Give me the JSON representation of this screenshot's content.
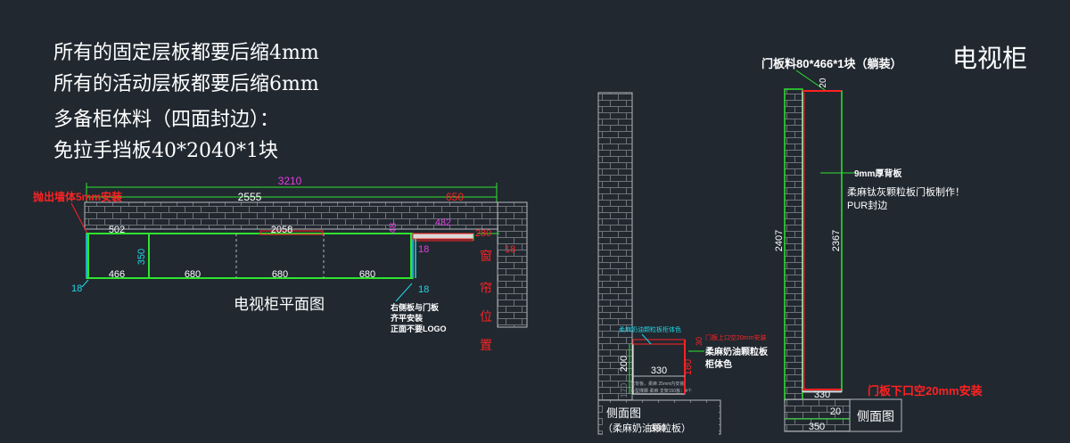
{
  "notes": {
    "line1": "所有的固定层板都要后缩4mm",
    "line2": "所有的活动层板都要后缩6mm",
    "line3": "多备柜体料（四面封边）：",
    "line4": "免拉手挡板40*2040*1块"
  },
  "plan": {
    "title": "电视柜平面图",
    "wall_out_note": "抛出墙体5mm安装",
    "dims": {
      "total": "3210",
      "main": "2555",
      "right_seg": "650",
      "left_top": "502",
      "middle_top": "2058",
      "right_small": "432",
      "r_280": "280",
      "h_48": "48",
      "h_350": "350",
      "b_466": "466",
      "b_680a": "680",
      "b_680b": "680",
      "b_680c": "680",
      "t18_left": "18",
      "t18_mid": "18",
      "t18_right": "18",
      "t18_bottom": "18"
    },
    "right_panel_note": [
      "右侧板与门板",
      "齐平安装",
      "正面不要LOGO"
    ],
    "curtain_chars": [
      "窗",
      "帘",
      "位",
      "置"
    ]
  },
  "side_left": {
    "label": "侧面图",
    "sublabel": "（柔麻奶油颗粒板）",
    "top_note": "柔麻奶油颗粒板柜体色",
    "door_gap_note": "门板上口空20mm安装",
    "board_note1": "柔麻奶油颗粒板",
    "board_note2": "柜体色",
    "small_note1": "无背板，柔麻 25mm内安装",
    "small_note2": "条型撑脚 柔麻 支架150板：4个",
    "dims": {
      "w330": "330",
      "h200": "200",
      "h180": "180",
      "h170": "170",
      "h30": "30",
      "w380": "380"
    }
  },
  "side_right": {
    "title": "电视柜",
    "door_material": "门板料80*466*1块（躺装）",
    "back_note": "9mm厚背板",
    "door_note": "柔麻钛灰颗粒板门板制作！",
    "edge_note": "PUR封边",
    "bottom_note": "门板下口空20mm安装",
    "label": "侧面图",
    "dims": {
      "top20": "20",
      "h2407": "2407",
      "h2367": "2367",
      "w330": "330",
      "b20": "20",
      "w350": "350"
    }
  },
  "colors": {
    "background": "#212830",
    "white": "#ffffff",
    "gray": "#b4b8bc",
    "green": "#2ee52e",
    "cyan": "#22d6e6",
    "red": "#ff2222",
    "magenta": "#e040e0",
    "yellow": "#f2e43a"
  }
}
